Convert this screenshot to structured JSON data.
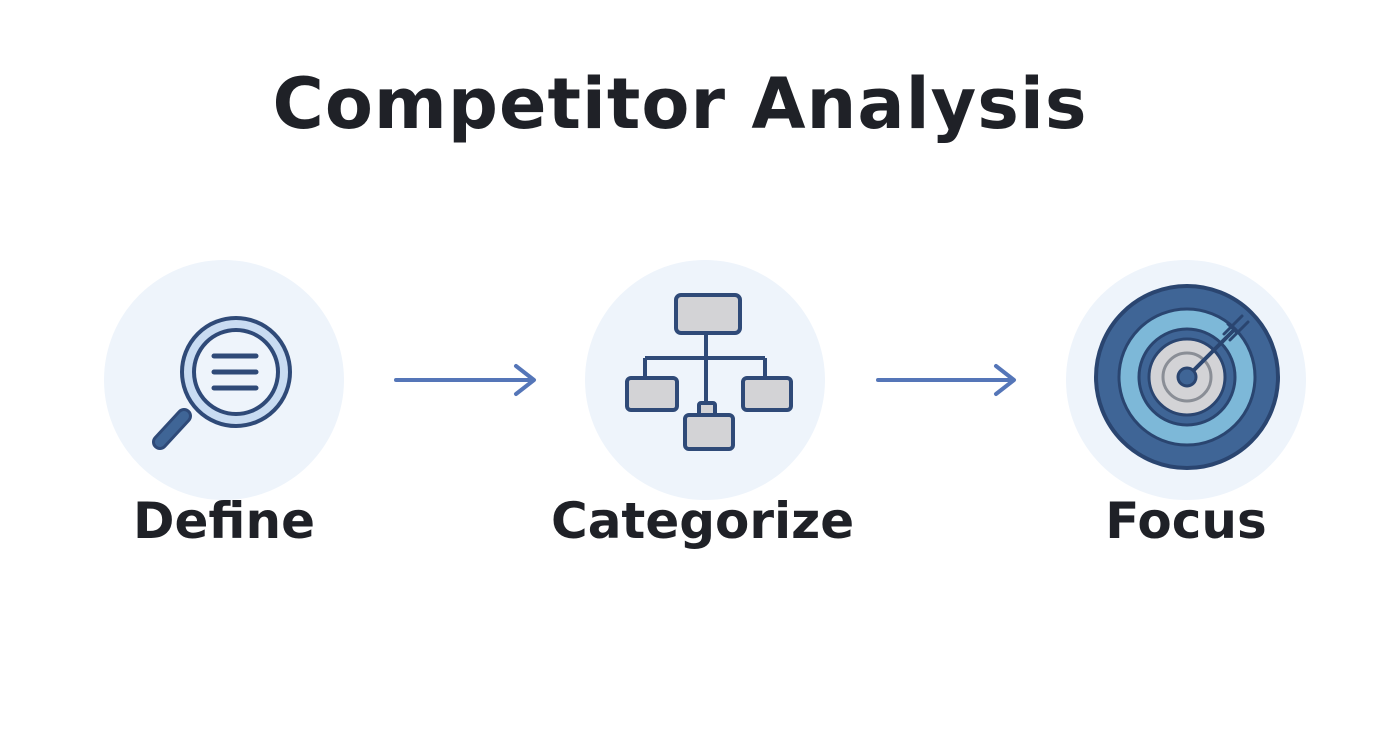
{
  "title": "Competitor Analysis",
  "steps": [
    {
      "label": "Define",
      "icon": "magnifier-document-icon"
    },
    {
      "label": "Categorize",
      "icon": "hierarchy-chart-icon"
    },
    {
      "label": "Focus",
      "icon": "target-dart-icon"
    }
  ],
  "colors": {
    "circle_bg": "#eef4fb",
    "icon_navy": "#2f4a78",
    "icon_mid_blue": "#3f6596",
    "icon_light_blue": "#7db8d8",
    "icon_gray": "#d3d3d6",
    "arrow": "#5576b8",
    "text": "#1f2127"
  }
}
